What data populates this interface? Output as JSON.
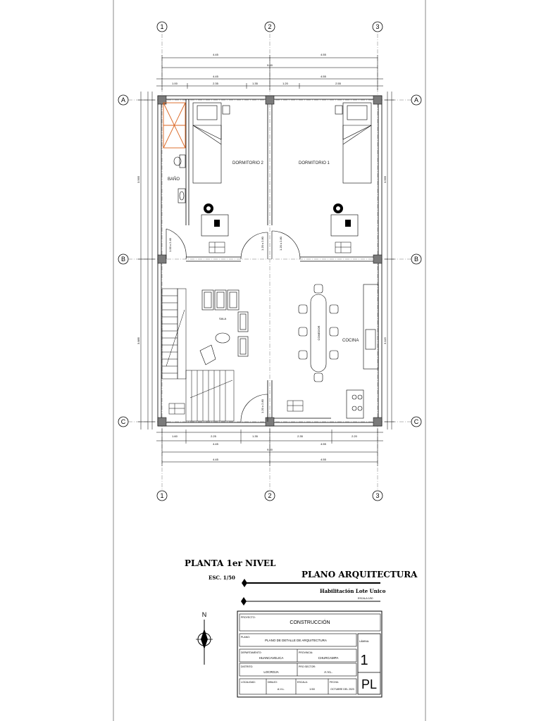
{
  "axes": {
    "columns": [
      "1",
      "2",
      "3"
    ],
    "rows": [
      "A",
      "B",
      "C"
    ]
  },
  "dimensions": {
    "top_total": "9.00",
    "top_spans": [
      "4.45",
      "4.55"
    ],
    "top_inner": [
      "1.00",
      "2.35",
      "1.35",
      "1.20",
      "2.55"
    ],
    "bottom_total": "9.00",
    "bottom_spans": [
      "4.45",
      "4.55"
    ],
    "bottom_inner": [
      "1.60",
      "2.25",
      "1.35",
      "2.35",
      "2.20"
    ],
    "side_left": [
      "3.565",
      "3.885"
    ],
    "side_right": [
      "3.565",
      "3.115"
    ]
  },
  "rooms": {
    "dorm2": "DORMITORIO 2",
    "dorm1": "DORMITORIO 1",
    "bath": "BAÑO",
    "living": "SALA",
    "dining": "COMEDOR",
    "kitchen": "COCINA"
  },
  "door_labels": {
    "d1": "1.20 x 2.80",
    "d2": "1.20 x 2.80",
    "d3": "1.20 x 2.80",
    "d4": "1.00 x 2.40"
  },
  "title_block": {
    "plan_title": "PLANTA 1er NIVEL",
    "plan_scale": "ESC. 1/50",
    "sheet_title": "PLANO ARQUITECTURA",
    "sheet_subtitle": "Habilitación Lote Unico",
    "sheet_scale": "ESCALA 1/50",
    "north": "N",
    "labels": {
      "project": "PROYECTO:",
      "plan": "PLANO:",
      "department": "DEPARTAMENTO:",
      "province": "PROVINCIA:",
      "district": "DISTRITO:",
      "sector": "PRO SECTOR:",
      "location": "LOCALIDAD:",
      "drawing": "DIBUJO:",
      "scale": "ESCALA:",
      "date": "FECHA:",
      "sheet": "LÁMINA:"
    },
    "values": {
      "project": "CONSTRUCCIÓN",
      "plan": "PLANO DE DETALLE DE ARQUITECTURA",
      "department": "HUANCAVELICA",
      "province": "CHURCAMPA",
      "district": "LOCROJA",
      "sector": "A.V.L.",
      "drawing": "A.V.L.",
      "scale": "1:50",
      "date": "OCTUBRE DEL 2023",
      "sheet_number": "1",
      "sheet_code": "PL"
    }
  },
  "colors": {
    "line": "#000000",
    "sheet_border": "#8a8a8a",
    "column_fill": "#7a7a7a",
    "wall_fill": "#cfcfcf",
    "hatch": "#d9621c"
  }
}
